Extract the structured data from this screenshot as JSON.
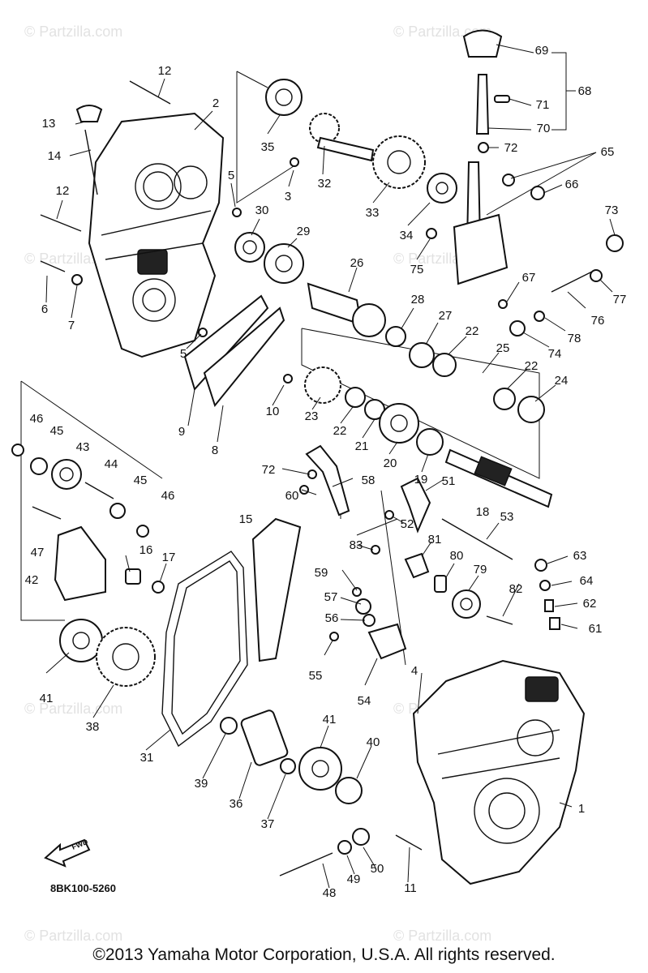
{
  "watermark": "© Partzilla.com",
  "diagram_code": "8BK100-5260",
  "fwd_label": "FWD",
  "copyright": "©2013 Yamaha Motor Corporation, U.S.A. All rights reserved.",
  "labels": [
    "1",
    "2",
    "3",
    "4",
    "5",
    "5",
    "6",
    "7",
    "8",
    "9",
    "10",
    "11",
    "12",
    "12",
    "13",
    "14",
    "15",
    "16",
    "17",
    "18",
    "19",
    "20",
    "21",
    "22",
    "22",
    "22",
    "23",
    "24",
    "25",
    "26",
    "27",
    "28",
    "29",
    "30",
    "31",
    "32",
    "33",
    "34",
    "35",
    "36",
    "37",
    "38",
    "39",
    "40",
    "41",
    "41",
    "42",
    "43",
    "44",
    "45",
    "45",
    "46",
    "46",
    "47",
    "48",
    "49",
    "50",
    "51",
    "52",
    "53",
    "54",
    "55",
    "56",
    "57",
    "58",
    "59",
    "60",
    "61",
    "62",
    "63",
    "64",
    "65",
    "66",
    "67",
    "68",
    "69",
    "70",
    "71",
    "72",
    "72",
    "73",
    "74",
    "75",
    "76",
    "77",
    "78",
    "79",
    "80",
    "81",
    "82",
    "83"
  ]
}
